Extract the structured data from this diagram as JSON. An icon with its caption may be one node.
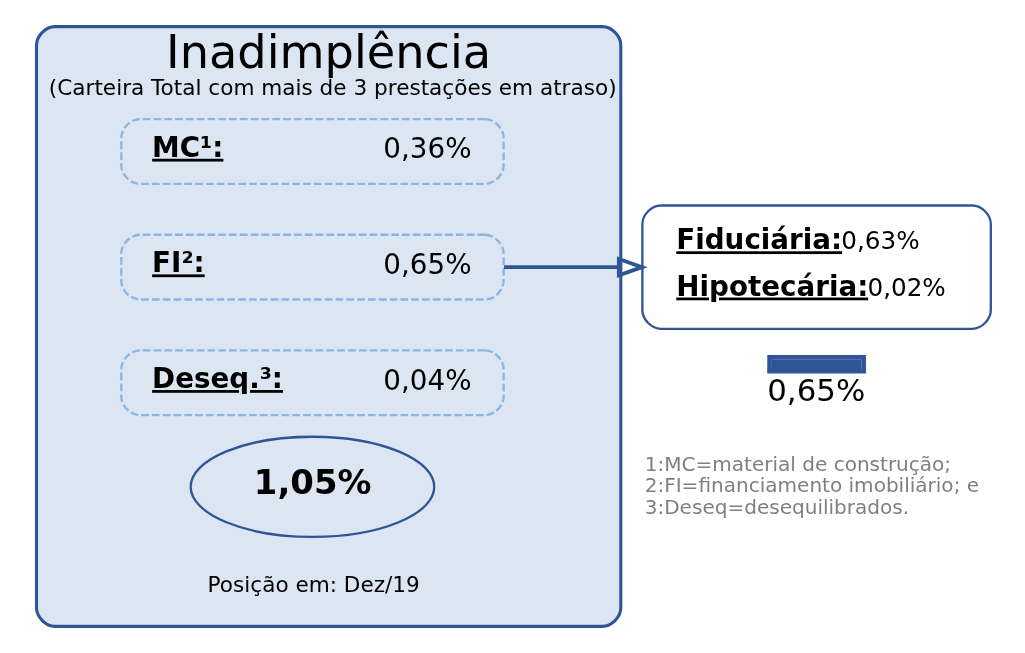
{
  "diagram": {
    "nodes": [
      {
        "text": [
          "Inadimplência",
          "(Carteira Total com mais de 3 prestações em atraso)",
          "Posição em: Dez/19"
        ]
      },
      {
        "text": [
          "MC¹:",
          "0,36%"
        ],
        "in": 0
      },
      {
        "text": [
          "FI²:",
          "0,65%"
        ],
        "in": 0
      },
      {
        "text": [
          "Deseq.³:",
          "0,04%"
        ],
        "in": 0
      },
      {
        "text": [
          "1,05%"
        ],
        "in": 0
      },
      {
        "text": [
          "Fiduciária:",
          "0,63%",
          "Hipotecária:",
          "0,02%"
        ],
        "beside": [
          "0,65%"
        ]
      }
    ],
    "edges": [
      {
        "from": 2,
        "to": 5,
        "arrow": "to"
      }
    ],
    "labels": [
      "1:MC=material de construção;",
      "2:FI=financiamento imobiliário; e",
      "3:Deseq=desequilibrados."
    ]
  }
}
